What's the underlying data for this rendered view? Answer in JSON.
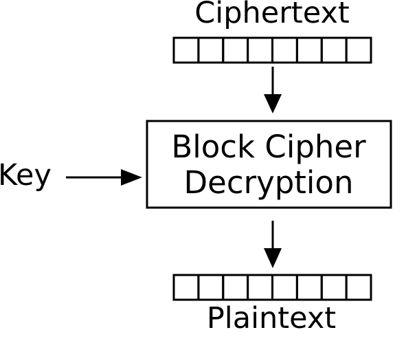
{
  "diagram": {
    "colors": {
      "background": "#ffffff",
      "ink": "#000000"
    },
    "labels": {
      "ciphertext": "Ciphertext",
      "plaintext": "Plaintext",
      "key": "Key"
    },
    "box": {
      "line1": "Block Cipher",
      "line2": "Decryption"
    },
    "blocks": {
      "ciphertext_cells": 8,
      "plaintext_cells": 8
    }
  }
}
